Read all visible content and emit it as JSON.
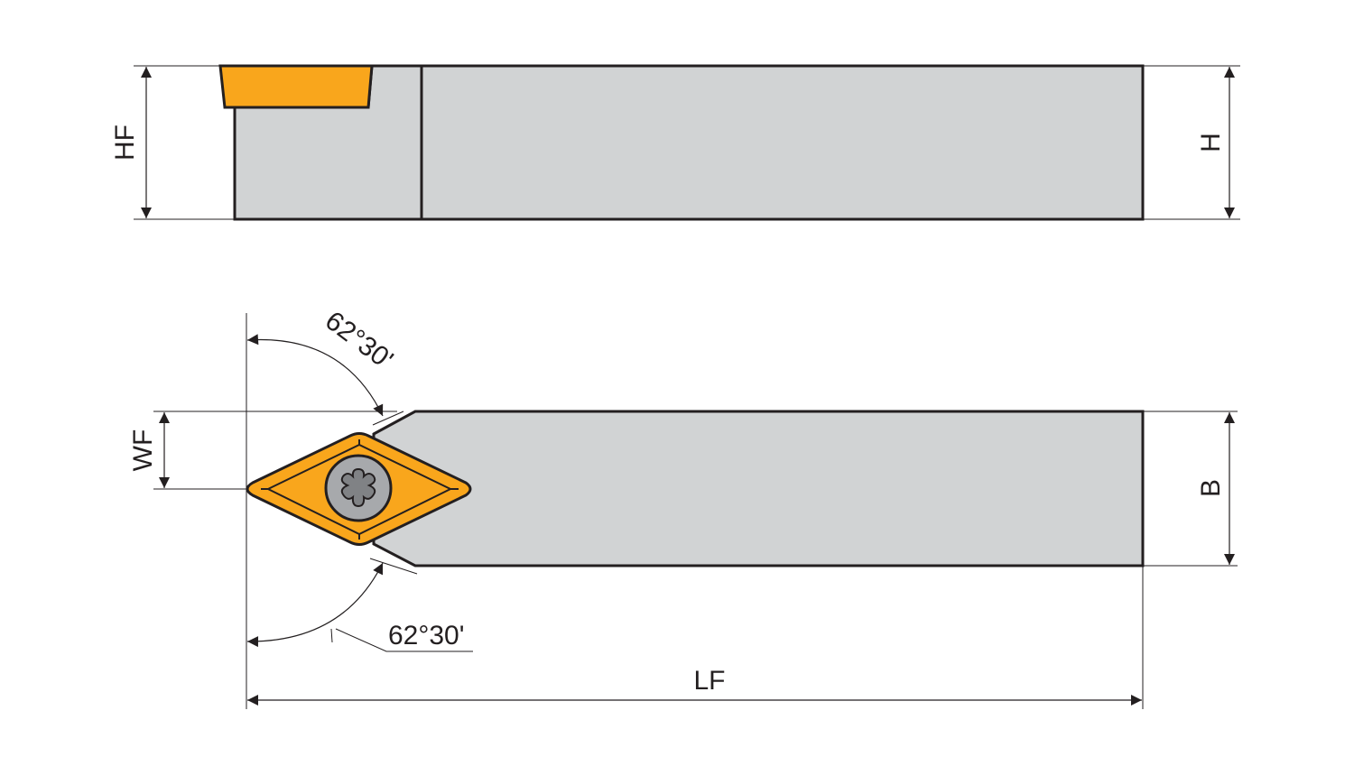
{
  "labels": {
    "hf": "HF",
    "h": "H",
    "wf": "WF",
    "b": "B",
    "lf": "LF",
    "angle_upper": "62°30'",
    "angle_lower": "62°30'"
  },
  "colors": {
    "shank": "#d1d3d4",
    "insert": "#f9a61c",
    "screw": "#a7a9ac",
    "torx": "#808285",
    "line": "#231f20"
  }
}
